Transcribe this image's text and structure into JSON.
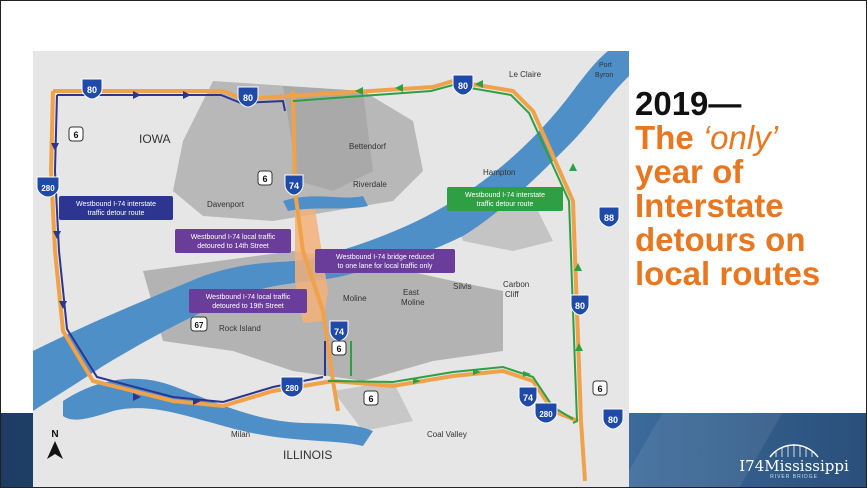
{
  "headline": {
    "year": "2019",
    "dash": "—",
    "word_the": "The",
    "word_only": "‘only’",
    "line_year_of": "year of",
    "line_interstate": "Interstate",
    "line_detours_on": "detours on",
    "line_local_routes": "local routes"
  },
  "map": {
    "places": {
      "iowa": "IOWA",
      "illinois": "ILLINOIS",
      "le_claire": "Le Claire",
      "port_byron_1": "Port",
      "port_byron_2": "Byron",
      "bettendorf": "Bettendorf",
      "riverdale": "Riverdale",
      "hampton": "Hampton",
      "davenport": "Davenport",
      "moline": "Moline",
      "east_moline_1": "East",
      "east_moline_2": "Moline",
      "silvis": "Silvis",
      "carbon_cliff_1": "Carbon",
      "carbon_cliff_2": "Cliff",
      "rock_island": "Rock Island",
      "milan": "Milan",
      "coal_valley": "Coal Valley"
    },
    "shields": {
      "i80": "80",
      "i74": "74",
      "i280": "280",
      "i88": "88",
      "us6": "6",
      "us67": "67"
    },
    "callouts": {
      "wb_interstate_line1": "Westbound I-74 interstate",
      "wb_interstate_line2": "traffic detour route",
      "local14_line1": "Westbound I-74 local traffic",
      "local14_line2": "detoured to 14th Street",
      "bridge_line1": "Westbound I-74 bridge reduced",
      "bridge_line2": "to one lane for local traffic only",
      "local19_line1": "Westbound I-74 local traffic",
      "local19_line2": "detoured to 19th Street",
      "eb_interstate_line1": "Westbound I-74 interstate",
      "eb_interstate_line2": "traffic detour route"
    },
    "north": "N",
    "colors": {
      "water": "#4f8fc7",
      "land": "#e6e6e6",
      "urban": "#b3b3b3",
      "highway": "#f0a24a",
      "purple": "#6a3d9a",
      "navy": "#2c3590",
      "green": "#2ea043",
      "orange_zone": "#f3b07a"
    }
  },
  "logo": {
    "text": "I74Mississippi",
    "sub": "RIVER BRIDGE"
  },
  "colors": {
    "headline_orange": "#e87722",
    "headline_dark": "#111111",
    "footer_blue": "#2c5888"
  }
}
